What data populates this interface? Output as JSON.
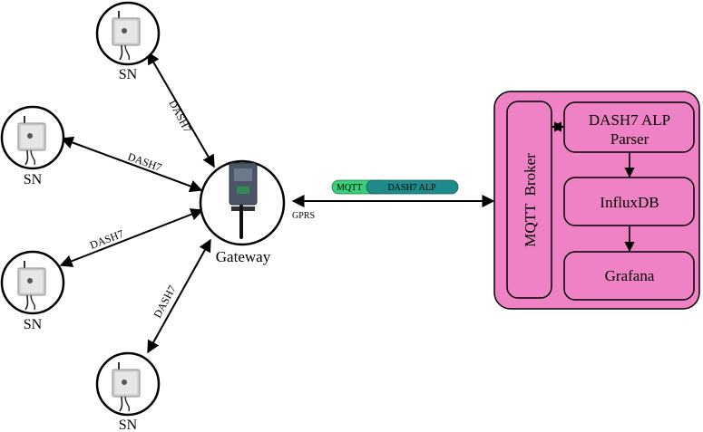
{
  "nodes": {
    "sn_top": "SN",
    "sn_upper_left": "SN",
    "sn_lower_left": "SN",
    "sn_bottom": "SN",
    "gateway": "Gateway"
  },
  "links": {
    "top": "DASH7",
    "upper_left": "DASH7",
    "lower_left": "DASH7",
    "bottom": "DASH7",
    "backhaul": "GPRS"
  },
  "packet": {
    "mqtt": "MQTT",
    "payload": "DASH7 ALP"
  },
  "server": {
    "broker": "MQTT  Broker",
    "parser_line1": "DASH7 ALP",
    "parser_line2": "Parser",
    "database": "InfluxDB",
    "dashboard": "Grafana"
  },
  "colors": {
    "server_fill": "#ee82c4",
    "mqtt_pill": "#36d07a",
    "alp_pill": "#1f8a8a",
    "sensor_body": "#d4d4d4"
  }
}
